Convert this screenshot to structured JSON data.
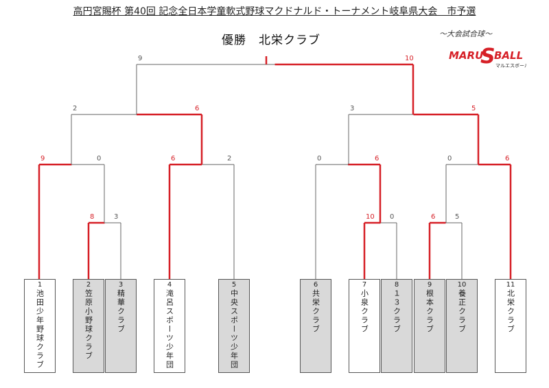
{
  "header": {
    "title": "高円宮賜杯 第40回 記念全日本学童軟式野球マクドナルド・トーナメント岐阜県大会　市予選",
    "champion_label": "優勝",
    "champion_team": "北栄クラブ",
    "subtitle": "〜大会試合球〜"
  },
  "logo": {
    "left_text": "MARU",
    "s_letter": "S",
    "right_text": "BALL",
    "tagline": "マルエスボール"
  },
  "colors": {
    "winner_line": "#d61f26",
    "loser_line": "#666666",
    "box_shade": "#d9d9d9"
  },
  "teams": [
    {
      "num": "1",
      "name": "池田少年野球クラブ",
      "shaded": false
    },
    {
      "num": "2",
      "name": "笠原小野球クラブ",
      "shaded": true
    },
    {
      "num": "3",
      "name": "精華クラブ",
      "shaded": true
    },
    {
      "num": "4",
      "name": "滝呂スポーツ少年団",
      "shaded": false
    },
    {
      "num": "5",
      "name": "中央スポーツ少年団",
      "shaded": true
    },
    {
      "num": "6",
      "name": "共栄クラブ",
      "shaded": true
    },
    {
      "num": "7",
      "name": "小泉クラブ",
      "shaded": false
    },
    {
      "num": "8",
      "name": "１３クラブ",
      "shaded": true
    },
    {
      "num": "9",
      "name": "根本クラブ",
      "shaded": true
    },
    {
      "num": "10",
      "name": "養正クラブ",
      "shaded": true
    },
    {
      "num": "11",
      "name": "北栄クラブ",
      "shaded": false
    }
  ],
  "scores": {
    "m_2v3": {
      "left": "8",
      "right": "3",
      "winner": "left"
    },
    "m_7v8": {
      "left": "10",
      "right": "0",
      "winner": "left"
    },
    "m_9v10": {
      "left": "6",
      "right": "5",
      "winner": "left"
    },
    "m_1v23": {
      "left": "9",
      "right": "0",
      "winner": "left"
    },
    "m_4v5": {
      "left": "6",
      "right": "2",
      "winner": "left"
    },
    "m_6v78": {
      "left": "0",
      "right": "6",
      "winner": "right"
    },
    "m_910v11": {
      "left": "0",
      "right": "6",
      "winner": "right"
    },
    "m_semi_left": {
      "left": "2",
      "right": "6",
      "winner": "right"
    },
    "m_semi_right": {
      "left": "3",
      "right": "5",
      "winner": "right"
    },
    "m_final": {
      "left": "9",
      "right": "10",
      "winner": "right"
    }
  }
}
